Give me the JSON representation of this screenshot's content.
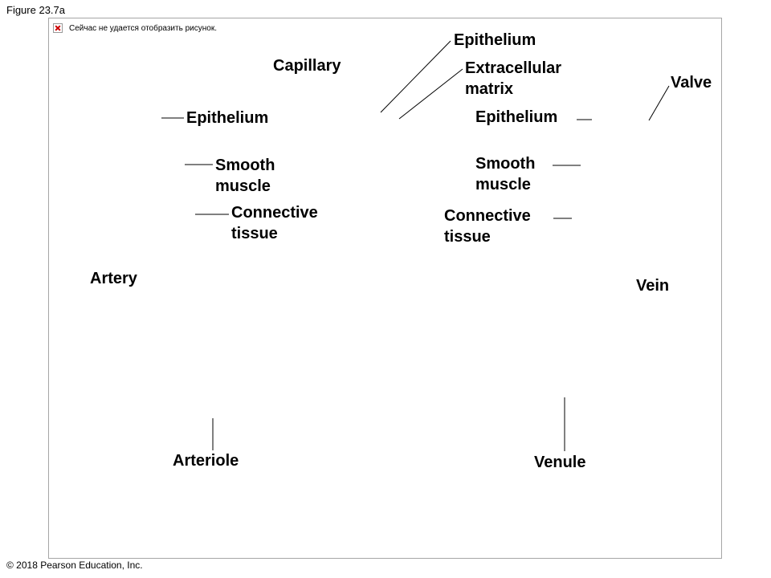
{
  "figure_label": "Figure 23.7a",
  "copyright": "© 2018 Pearson Education, Inc.",
  "image_placeholder": {
    "icon": "broken-image-icon",
    "text": "Сейчас не удается отобразить рисунок."
  },
  "labels": {
    "capillary": "Capillary",
    "capillary_epithelium": "Epithelium",
    "extracellular_matrix": [
      "Extracellular",
      "matrix"
    ],
    "valve": "Valve",
    "artery_epithelium": "Epithelium",
    "artery_smooth_muscle": [
      "Smooth",
      "muscle"
    ],
    "artery_connective_tissue": [
      "Connective",
      "tissue"
    ],
    "vein_epithelium": "Epithelium",
    "vein_smooth_muscle": [
      "Smooth",
      "muscle"
    ],
    "vein_connective_tissue": [
      "Connective",
      "tissue"
    ],
    "artery": "Artery",
    "vein": "Vein",
    "arteriole": "Arteriole",
    "venule": "Venule"
  }
}
